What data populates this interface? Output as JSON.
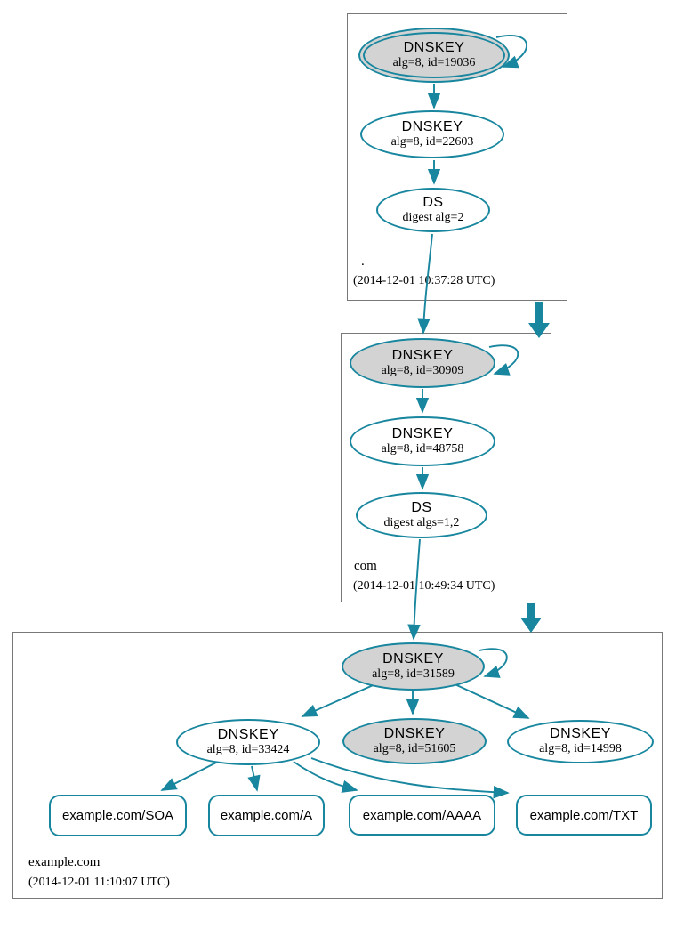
{
  "colors": {
    "edge_teal": "#17869e",
    "ksk_fill_gray": "#d3d3d3",
    "zone_border_gray": "#787878"
  },
  "zones": {
    "root": {
      "name": ".",
      "timestamp": "(2014-12-01 10:37:28 UTC)",
      "ksk": {
        "title": "DNSKEY",
        "detail": "alg=8, id=19036"
      },
      "zsk": {
        "title": "DNSKEY",
        "detail": "alg=8, id=22603"
      },
      "ds": {
        "title": "DS",
        "detail": "digest alg=2"
      }
    },
    "com": {
      "name": "com",
      "timestamp": "(2014-12-01 10:49:34 UTC)",
      "ksk": {
        "title": "DNSKEY",
        "detail": "alg=8, id=30909"
      },
      "zsk": {
        "title": "DNSKEY",
        "detail": "alg=8, id=48758"
      },
      "ds": {
        "title": "DS",
        "detail": "digest algs=1,2"
      }
    },
    "example": {
      "name": "example.com",
      "timestamp": "(2014-12-01 11:10:07 UTC)",
      "ksk": {
        "title": "DNSKEY",
        "detail": "alg=8, id=31589"
      },
      "zsk": {
        "title": "DNSKEY",
        "detail": "alg=8, id=33424"
      },
      "key2": {
        "title": "DNSKEY",
        "detail": "alg=8, id=51605"
      },
      "key3": {
        "title": "DNSKEY",
        "detail": "alg=8, id=14998"
      },
      "rrsets": [
        "example.com/SOA",
        "example.com/A",
        "example.com/AAAA",
        "example.com/TXT"
      ]
    }
  }
}
